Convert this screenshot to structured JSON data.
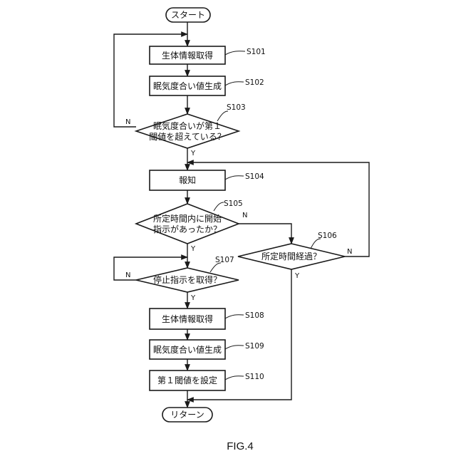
{
  "nodes": {
    "start": "スタート",
    "s101": "生体情報取得",
    "s102": "眠気度合い値生成",
    "s103_line1": "眠気度合いが第１",
    "s103_line2": "閾値を超えている？",
    "s104": "報知",
    "s105_line1": "所定時間内に開始",
    "s105_line2": "指示があったか？",
    "s106": "所定時間経過？",
    "s107": "停止指示を取得？",
    "s108": "生体情報取得",
    "s109": "眠気度合い値生成",
    "s110": "第１閾値を設定",
    "end": "リターン"
  },
  "step_labels": {
    "s101": "S101",
    "s102": "S102",
    "s103": "S103",
    "s104": "S104",
    "s105": "S105",
    "s106": "S106",
    "s107": "S107",
    "s108": "S108",
    "s109": "S109",
    "s110": "S110"
  },
  "branches": {
    "s103_no": "N",
    "s103_yes": "Y",
    "s105_no": "N",
    "s105_yes": "Y",
    "s106_no": "N",
    "s106_yes": "Y",
    "s107_no": "N",
    "s107_yes": "Y"
  },
  "figure_label": "FIG.4"
}
